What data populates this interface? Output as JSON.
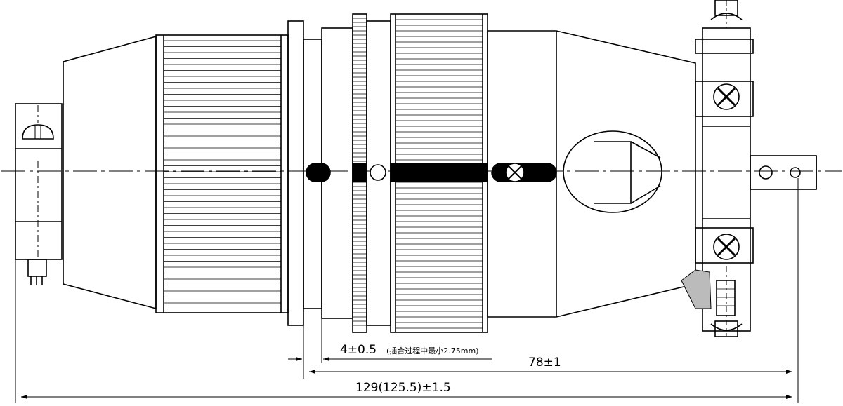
{
  "dimensions": {
    "gap_main": "4±0.5",
    "gap_note": "(插合过程中最小2.75mm)",
    "mid_length": "78±1",
    "total_length": "129(125.5)±1.5"
  },
  "colors": {
    "line": "#000000",
    "background": "#ffffff"
  }
}
